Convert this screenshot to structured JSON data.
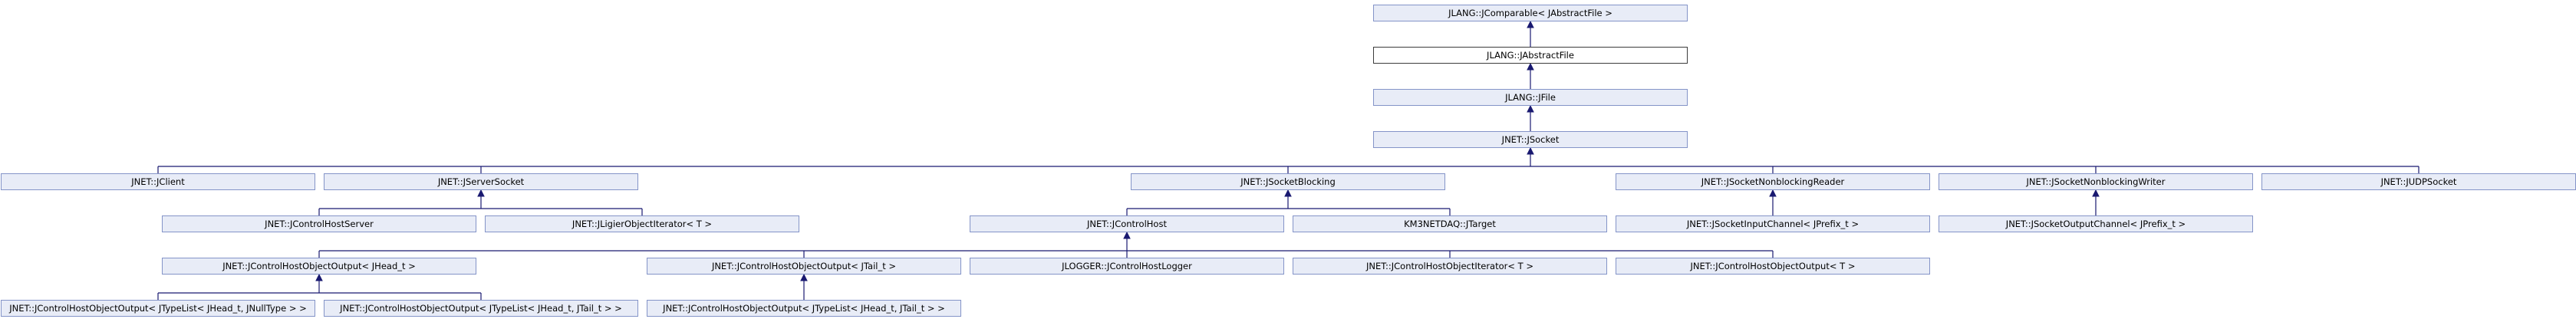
{
  "diagram": {
    "colors": {
      "node_fill": "#e8ecf7",
      "node_border": "#8494c8",
      "focus_fill": "#ffffff",
      "focus_border": "#3c3c3c",
      "edge": "#191970"
    },
    "focus": "jabstractfile",
    "nodes": [
      {
        "id": "jcomparable",
        "label": "JLANG::JComparable< JAbstractFile >"
      },
      {
        "id": "jabstractfile",
        "label": "JLANG::JAbstractFile"
      },
      {
        "id": "jfile",
        "label": "JLANG::JFile"
      },
      {
        "id": "jsocket",
        "label": "JNET::JSocket"
      },
      {
        "id": "jclient",
        "label": "JNET::JClient"
      },
      {
        "id": "jserversocket",
        "label": "JNET::JServerSocket"
      },
      {
        "id": "jsocketblocking",
        "label": "JNET::JSocketBlocking"
      },
      {
        "id": "jsocketnbreader",
        "label": "JNET::JSocketNonblockingReader"
      },
      {
        "id": "jsocketnbwriter",
        "label": "JNET::JSocketNonblockingWriter"
      },
      {
        "id": "judpsocket",
        "label": "JNET::JUDPSocket"
      },
      {
        "id": "jcontrolhostserver",
        "label": "JNET::JControlHostServer"
      },
      {
        "id": "jligierobjectiterator",
        "label": "JNET::JLigierObjectIterator< T >"
      },
      {
        "id": "jcontrolhost",
        "label": "JNET::JControlHost"
      },
      {
        "id": "km3netdaq_jtarget",
        "label": "KM3NETDAQ::JTarget"
      },
      {
        "id": "jsocketinputchannel",
        "label": "JNET::JSocketInputChannel< JPrefix_t >"
      },
      {
        "id": "jsocketoutputchannel",
        "label": "JNET::JSocketOutputChannel< JPrefix_t >"
      },
      {
        "id": "jcho_jhead",
        "label": "JNET::JControlHostObjectOutput< JHead_t >"
      },
      {
        "id": "jcho_jtail",
        "label": "JNET::JControlHostObjectOutput< JTail_t >"
      },
      {
        "id": "jlogger_jchl",
        "label": "JLOGGER::JControlHostLogger"
      },
      {
        "id": "jchoi_t",
        "label": "JNET::JControlHostObjectIterator< T >"
      },
      {
        "id": "jcho_t",
        "label": "JNET::JControlHostObjectOutput< T >"
      },
      {
        "id": "jcho_tl_jnull",
        "label": "JNET::JControlHostObjectOutput< JTypeList< JHead_t, JNullType > >"
      },
      {
        "id": "jcho_tl_jhead_jtail",
        "label": "JNET::JControlHostObjectOutput< JTypeList< JHead_t, JTail_t > >"
      },
      {
        "id": "jcho_tl_jhead_jtail_2",
        "label": "JNET::JControlHostObjectOutput< JTypeList< JHead_t, JTail_t > >"
      }
    ],
    "edges": [
      {
        "from": "jabstractfile",
        "to": "jcomparable"
      },
      {
        "from": "jfile",
        "to": "jabstractfile"
      },
      {
        "from": "jsocket",
        "to": "jfile"
      },
      {
        "from": "jclient",
        "to": "jsocket"
      },
      {
        "from": "jserversocket",
        "to": "jsocket"
      },
      {
        "from": "jsocketblocking",
        "to": "jsocket"
      },
      {
        "from": "jsocketnbreader",
        "to": "jsocket"
      },
      {
        "from": "jsocketnbwriter",
        "to": "jsocket"
      },
      {
        "from": "judpsocket",
        "to": "jsocket"
      },
      {
        "from": "jcontrolhostserver",
        "to": "jserversocket"
      },
      {
        "from": "jligierobjectiterator",
        "to": "jserversocket"
      },
      {
        "from": "jcontrolhost",
        "to": "jsocketblocking"
      },
      {
        "from": "km3netdaq_jtarget",
        "to": "jsocketblocking"
      },
      {
        "from": "jsocketinputchannel",
        "to": "jsocketnbreader"
      },
      {
        "from": "jsocketoutputchannel",
        "to": "jsocketnbwriter"
      },
      {
        "from": "jcho_jhead",
        "to": "jcontrolhost"
      },
      {
        "from": "jcho_jtail",
        "to": "jcontrolhost"
      },
      {
        "from": "jlogger_jchl",
        "to": "jcontrolhost"
      },
      {
        "from": "jchoi_t",
        "to": "jcontrolhost"
      },
      {
        "from": "jcho_t",
        "to": "jcontrolhost"
      },
      {
        "from": "jcho_tl_jnull",
        "to": "jcho_jhead"
      },
      {
        "from": "jcho_tl_jhead_jtail",
        "to": "jcho_jhead"
      },
      {
        "from": "jcho_tl_jhead_jtail_2",
        "to": "jcho_jtail"
      }
    ]
  }
}
